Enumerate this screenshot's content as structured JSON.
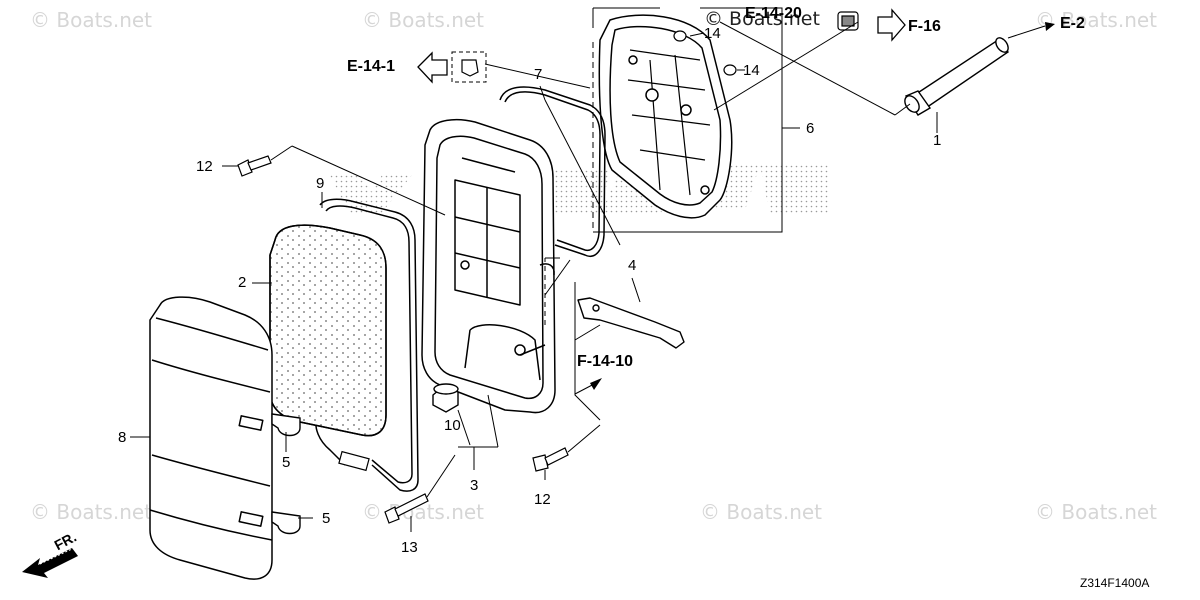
{
  "watermark": "© Boats.net",
  "diagram_code": "Z314F1400A",
  "front_marker": "FR.",
  "refs": {
    "e14_20": "E-14-20",
    "f16": "F-16",
    "e2": "E-2",
    "e14_1": "E-14-1",
    "f14_10": "F-14-10"
  },
  "callouts": {
    "p1": "1",
    "p2": "2",
    "p3": "3",
    "p4": "4",
    "p5a": "5",
    "p5b": "5",
    "p6": "6",
    "p7": "7",
    "p8": "8",
    "p9": "9",
    "p10": "10",
    "p12a": "12",
    "p12b": "12",
    "p13": "13",
    "p14a": "14",
    "p14b": "14"
  }
}
